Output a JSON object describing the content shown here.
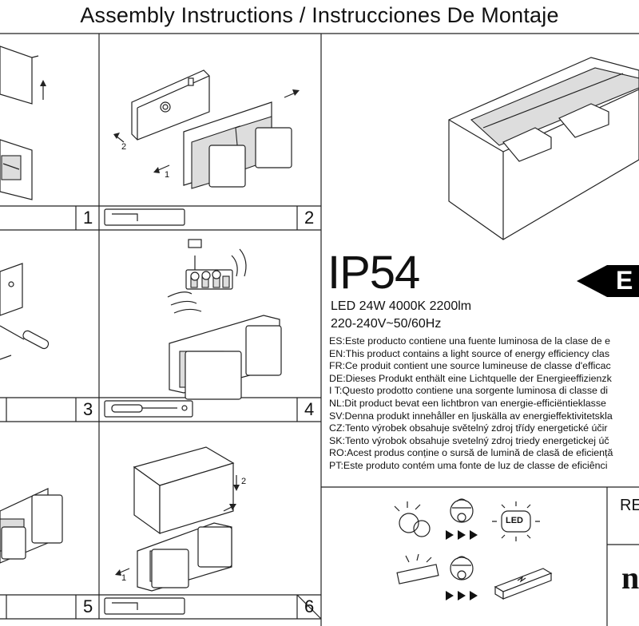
{
  "header": {
    "title": "Assembly Instructions / Instrucciones De Montaje"
  },
  "steps": [
    {
      "number": "1",
      "tool": "allen-key-icon"
    },
    {
      "number": "2"
    },
    {
      "number": "3",
      "tool": "screwdriver-icon"
    },
    {
      "number": "4"
    },
    {
      "number": "5",
      "tool": "allen-key-icon"
    },
    {
      "number": "6"
    }
  ],
  "callouts": {
    "step2_a": "2",
    "step2_b": "1",
    "step6_a": "2",
    "step6_b": "1"
  },
  "product": {
    "ip_rating": "IP54",
    "spec_line1": "LED 24W 4000K 2200lm",
    "spec_line2": "220-240V~50/60Hz",
    "energy_label": "E"
  },
  "languages": [
    "ES:Este producto contiene una fuente luminosa de la clase de e",
    "EN:This product contains a light source of energy efficiency clas",
    "FR:Ce produit contient une source lumineuse de classe d'efficac",
    "DE:Dieses Produkt enthält eine Lichtquelle der Energieeffizienzk",
    "I T:Questo prodotto contiene una sorgente luminosa di classe di",
    "NL:Dit product bevat een lichtbron van energie-efficiëntieklasse",
    "SV:Denna produkt innehåller en ljuskälla av energieffektivitetskla",
    "CZ:Tento výrobek obsahuje světelný zdroj třídy energetické účir",
    "SK:Tento výrobok obsahuje svetelný zdroj triedy energetickej úč",
    "RO:Acest produs conține o sursă de lumină de clasă de eficiență",
    "PT:Este produto contém uma fonte de luz de classe de eficiênci"
  ],
  "icons": {
    "led": "LED"
  },
  "footer": {
    "ref": "RE",
    "logo": "n"
  }
}
